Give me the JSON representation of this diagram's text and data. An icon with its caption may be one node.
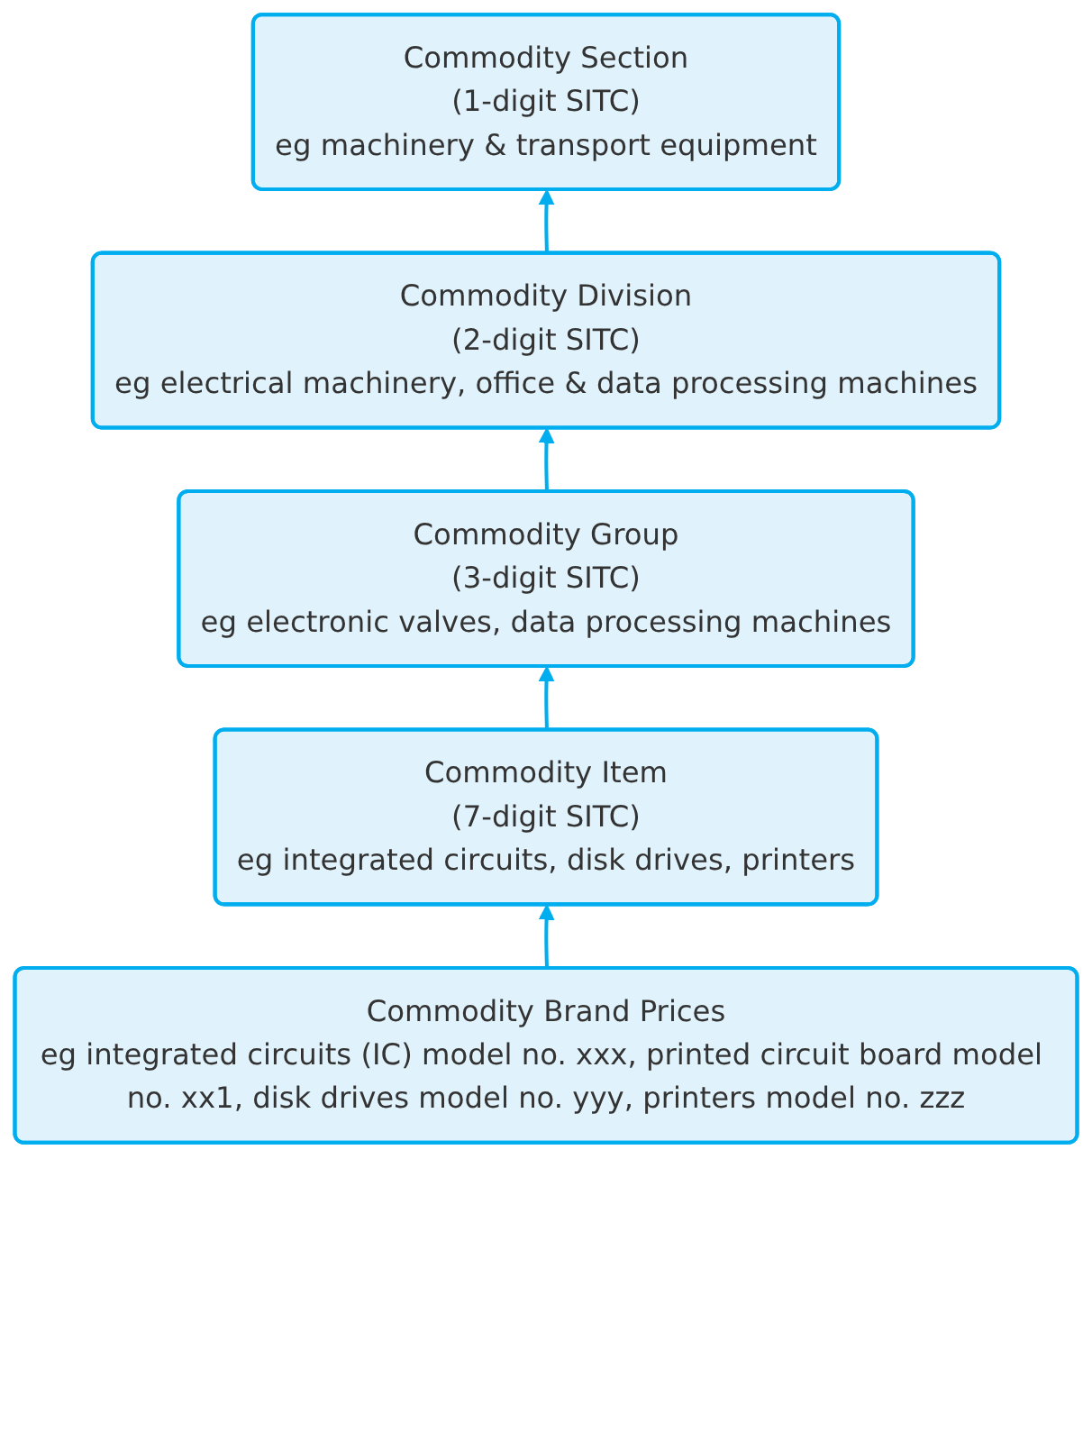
{
  "diagram": {
    "nodes": [
      {
        "text": [
          "Commodity Section",
          "(1-digit SITC)",
          "eg machinery & transport equipment"
        ]
      },
      {
        "text": [
          "Commodity Division",
          "(2-digit SITC)",
          "eg electrical machinery, office & data processing machines"
        ]
      },
      {
        "text": [
          "Commodity Group",
          "(3-digit SITC)",
          "eg electronic valves, data processing machines"
        ]
      },
      {
        "text": [
          "Commodity Item",
          "(7-digit SITC)",
          "eg integrated circuits, disk drives, printers"
        ]
      },
      {
        "text": [
          "Commodity Brand Prices",
          "eg integrated circuits (IC) model no. xxx, printed circuit board model no. xx1, disk drives model no. yyy, printers model no. zzz"
        ]
      }
    ],
    "edges": [
      {
        "from": 1,
        "to": 0,
        "arrow": "to"
      },
      {
        "from": 2,
        "to": 1,
        "arrow": "to"
      },
      {
        "from": 3,
        "to": 2,
        "arrow": "to"
      },
      {
        "from": 4,
        "to": 3,
        "arrow": "to"
      }
    ]
  }
}
